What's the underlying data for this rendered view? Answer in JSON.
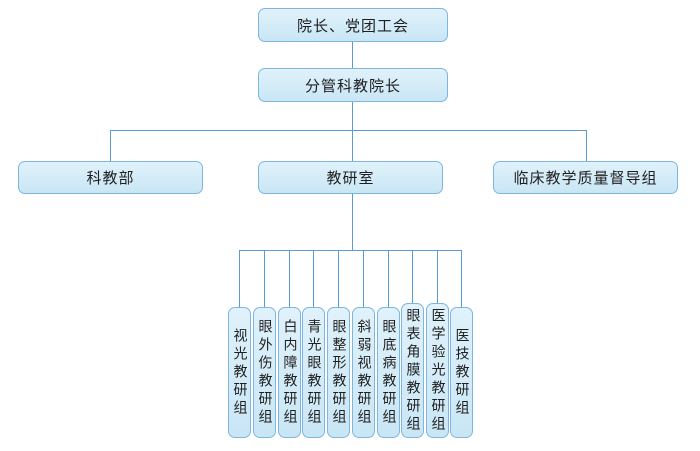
{
  "colors": {
    "box_fill_top": "#E0F2FB",
    "box_fill_bottom": "#C9E6F5",
    "box_border": "#7EB6DF",
    "connector": "#5B9BD5"
  },
  "org": {
    "root": {
      "label": "院长、党团工会"
    },
    "vice": {
      "label": "分管科教院长"
    },
    "departments": [
      {
        "label": "科教部"
      },
      {
        "label": "教研室"
      },
      {
        "label": "临床教学质量督导组"
      }
    ],
    "teaching_groups": [
      {
        "label": "视光教研组"
      },
      {
        "label": "眼外伤教研组"
      },
      {
        "label": "白内障教研组"
      },
      {
        "label": "青光眼教研组"
      },
      {
        "label": "眼整形教研组"
      },
      {
        "label": "斜弱视教研组"
      },
      {
        "label": "眼底病教研组"
      },
      {
        "label": "眼表角膜教研组"
      },
      {
        "label": "医学验光教研组"
      },
      {
        "label": "医技教研组"
      }
    ]
  }
}
